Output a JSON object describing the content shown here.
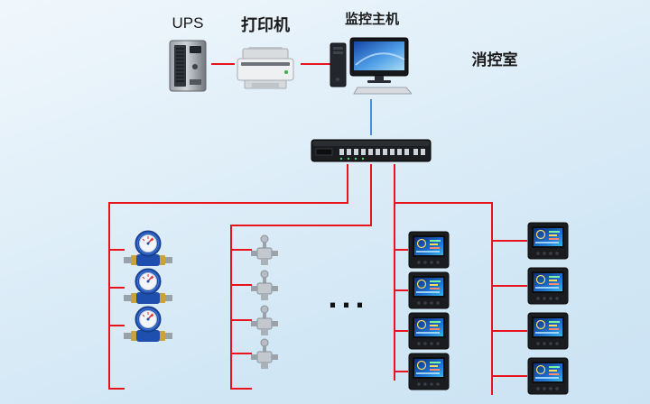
{
  "diagram": {
    "labels": {
      "ups": "UPS",
      "printer": "打印机",
      "host": "监控主机",
      "room": "消控室",
      "ellipsis": "..."
    },
    "colors": {
      "line": "#e8131d",
      "link": "#4a90d9",
      "background_top": "#f0f7fc",
      "background_bottom": "#d2e7f5",
      "label_text": "#1a1a1a"
    },
    "icons": {
      "ups": "ups-tower-icon",
      "printer": "laser-printer-icon",
      "host": "monitoring-computer-icon",
      "switch": "data-switch-icon",
      "water_meter": "water-meter-icon",
      "valve": "valve-icon",
      "power_meter": "power-meter-icon"
    }
  }
}
